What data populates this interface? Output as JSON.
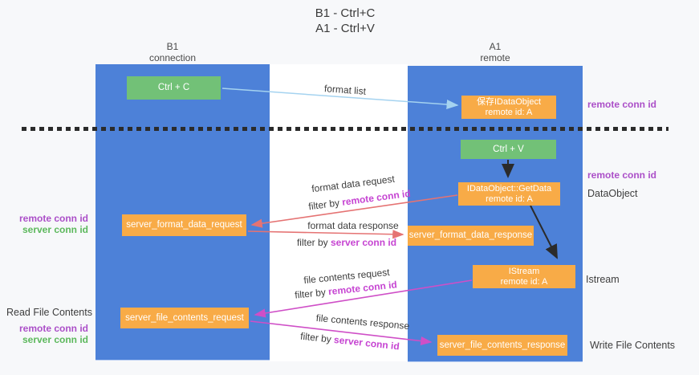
{
  "title": {
    "line1": "B1 - Ctrl+C",
    "line2": "A1 - Ctrl+V"
  },
  "columns": {
    "left": {
      "name": "B1",
      "role": "connection"
    },
    "right": {
      "name": "A1",
      "role": "remote"
    }
  },
  "nodes": {
    "ctrl_c": {
      "label": "Ctrl + C"
    },
    "ctrl_v": {
      "label": "Ctrl + V"
    },
    "save_dataobject": {
      "line1": "保存IDataObject",
      "line2": "remote id: A"
    },
    "getdata": {
      "line1": "IDataObject::GetData",
      "line2": "remote id: A"
    },
    "istream": {
      "line1": "IStream",
      "line2": "remote id: A"
    },
    "format_request": {
      "label": "server_format_data_request"
    },
    "format_response": {
      "label": "server_format_data_response"
    },
    "file_request": {
      "label": "server_file_contents_request"
    },
    "file_response": {
      "label": "server_file_contents_response"
    }
  },
  "messages": {
    "format_list": "format list",
    "format_data_request": "format data request",
    "format_data_response": "format data response",
    "file_contents_request": "file contents request",
    "file_contents_response": "file contents response",
    "filter_by": "filter by ",
    "remote_conn_id": "remote conn id",
    "server_conn_id": "server conn id"
  },
  "side_left": {
    "pair1": {
      "remote": "remote conn id",
      "server": "server conn id"
    },
    "read_file_contents": "Read File Contents",
    "pair2": {
      "remote": "remote conn id",
      "server": "server conn id"
    }
  },
  "side_right": {
    "remote_conn_id_1": "remote conn id",
    "remote_conn_id_2": "remote conn id",
    "dataobject": "DataObject",
    "istream": "Istream",
    "write_file_contents": "Write File Contents"
  },
  "colors": {
    "column_blue": "#4d81d8",
    "box_green": "#72c177",
    "box_orange": "#f8ab47",
    "arrow_blue": "#a5d3f0",
    "arrow_black": "#2b2b2b",
    "arrow_salmon": "#e57373",
    "arrow_magenta": "#cf4fc7",
    "text_purple": "#ab4fc8",
    "text_green": "#5cb85c",
    "text_magenta": "#c645d2"
  }
}
